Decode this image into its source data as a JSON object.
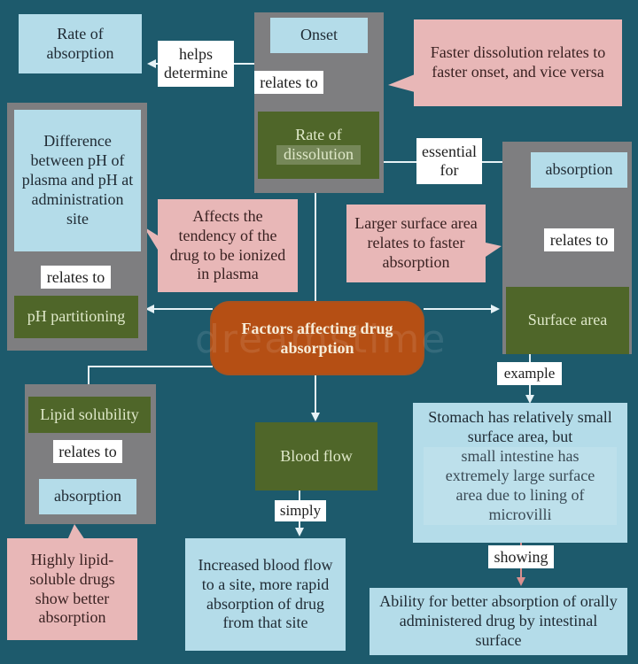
{
  "diagram": {
    "title": "Factors affecting drug absorption",
    "colors": {
      "background": "#1d5a6c",
      "group_panel": "#7e7e80",
      "factor_node": "#4f6629",
      "outcome_node": "#b4dce9",
      "note_callout": "#e8b7b7",
      "central_node": "#b54f14",
      "connector": "#e6f2f6"
    },
    "central": {
      "line1": "Factors affecting drug",
      "line2": "absorption"
    },
    "dissolution_group": {
      "onset": "Onset",
      "relates_to": "relates to",
      "factor_line1": "Rate of",
      "factor_line2": "dissolution",
      "helps_determine_line1": "helps",
      "helps_determine_line2": "determine",
      "rate_of_absorption_line1": "Rate of",
      "rate_of_absorption_line2": "absorption",
      "note": "Faster dissolution relates to faster onset, and vice versa",
      "essential_for_line1": "essential",
      "essential_for_line2": "for"
    },
    "surface_group": {
      "absorption": "absorption",
      "relates_to": "relates to",
      "factor": "Surface area",
      "note": "Larger surface area relates to faster absorption",
      "example_label": "example",
      "example_part1": "Stomach has relatively small surface area, but",
      "example_part2": "small intestine has extremely large surface area due to lining of microvilli",
      "showing_label": "showing",
      "result": "Ability for better absorption of orally administered drug by intestinal surface"
    },
    "ph_group": {
      "difference": "Difference between pH of plasma and pH at administration site",
      "relates_to": "relates to",
      "factor": "pH partitioning",
      "note": "Affects the tendency of the drug to be ionized in plasma"
    },
    "lipid_group": {
      "factor": "Lipid solubility",
      "relates_to": "relates to",
      "absorption": "absorption",
      "note": "Highly lipid-soluble drugs show better absorption"
    },
    "blood_flow": {
      "factor": "Blood flow",
      "simply_label": "simply",
      "result": "Increased blood flow to a site, more rapid absorption of drug from that site"
    },
    "watermark": "dreamstime"
  }
}
